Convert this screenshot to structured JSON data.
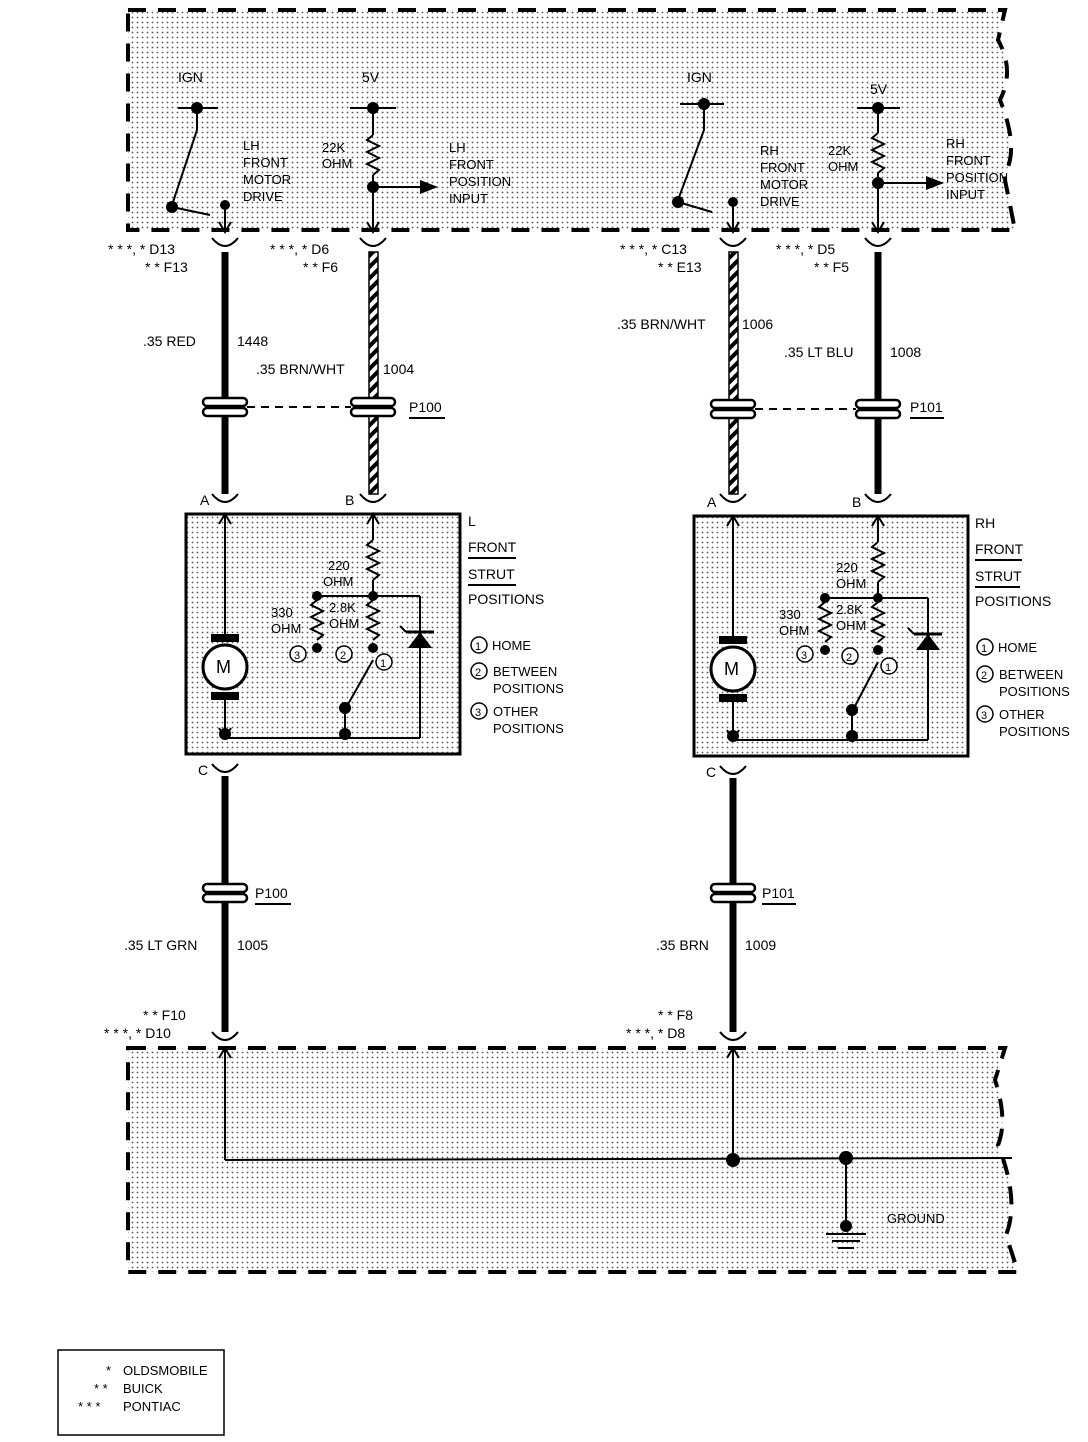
{
  "modules": {
    "top": {
      "left": {
        "ign": "IGN",
        "v5": "5V",
        "resistor": [
          "22K",
          "OHM"
        ],
        "motor_drive": [
          "LH",
          "FRONT",
          "MOTOR",
          "DRIVE"
        ],
        "position_input": [
          "LH",
          "FRONT",
          "POSITION",
          "INPUT"
        ]
      },
      "right": {
        "ign": "IGN",
        "v5": "5V",
        "resistor": [
          "22K",
          "OHM"
        ],
        "motor_drive": [
          "RH",
          "FRONT",
          "MOTOR",
          "DRIVE"
        ],
        "position_input": [
          "RH",
          "FRONT",
          "POSITION",
          "INPUT"
        ]
      }
    },
    "bottom": {
      "ground": "GROUND"
    }
  },
  "terminals": {
    "left_a": [
      "* * *, * D13",
      "* * F13"
    ],
    "left_b": [
      "* * *, * D6",
      "* * F6"
    ],
    "right_a": [
      "* * *, * C13",
      "* * E13"
    ],
    "right_b": [
      "* * *, * D5",
      "* * F5"
    ],
    "left_ground": [
      "* * F10",
      "* * *, * D10"
    ],
    "right_ground": [
      "* * F8",
      "* * *, * D8"
    ]
  },
  "wires": {
    "left_a": {
      "gauge_color": ".35 RED",
      "circuit": "1448"
    },
    "left_b": {
      "gauge_color": ".35 BRN/WHT",
      "circuit": "1004"
    },
    "right_a": {
      "gauge_color": ".35 BRN/WHT",
      "circuit": "1006"
    },
    "right_b": {
      "gauge_color": ".35 LT BLU",
      "circuit": "1008"
    },
    "left_c": {
      "gauge_color": ".35 LT GRN",
      "circuit": "1005"
    },
    "right_c": {
      "gauge_color": ".35 BRN",
      "circuit": "1009"
    }
  },
  "connectors": {
    "left_upper": "P100",
    "right_upper": "P101",
    "left_lower": "P100",
    "right_lower": "P101"
  },
  "struts": {
    "left": {
      "pins": {
        "a": "A",
        "b": "B",
        "c": "C"
      },
      "title": [
        "L",
        "FRONT",
        "STRUT",
        "POSITIONS"
      ],
      "motor": "M",
      "r220": [
        "220",
        "OHM"
      ],
      "r330": [
        "330",
        "OHM"
      ],
      "r28k": [
        "2.8K",
        "OHM"
      ],
      "positions": [
        {
          "num": "1",
          "label": [
            "HOME"
          ]
        },
        {
          "num": "2",
          "label": [
            "BETWEEN",
            "POSITIONS"
          ]
        },
        {
          "num": "3",
          "label": [
            "OTHER",
            "POSITIONS"
          ]
        }
      ]
    },
    "right": {
      "pins": {
        "a": "A",
        "b": "B",
        "c": "C"
      },
      "title": [
        "RH",
        "FRONT",
        "STRUT",
        "POSITIONS"
      ],
      "motor": "M",
      "r220": [
        "220",
        "OHM"
      ],
      "r330": [
        "330",
        "OHM"
      ],
      "r28k": [
        "2.8K",
        "OHM"
      ],
      "positions": [
        {
          "num": "1",
          "label": [
            "HOME"
          ]
        },
        {
          "num": "2",
          "label": [
            "BETWEEN",
            "POSITIONS"
          ]
        },
        {
          "num": "3",
          "label": [
            "OTHER",
            "POSITIONS"
          ]
        }
      ]
    }
  },
  "legend": [
    {
      "stars": "*",
      "make": "OLDSMOBILE"
    },
    {
      "stars": "* *",
      "make": "BUICK"
    },
    {
      "stars": "* * *",
      "make": "PONTIAC"
    }
  ]
}
